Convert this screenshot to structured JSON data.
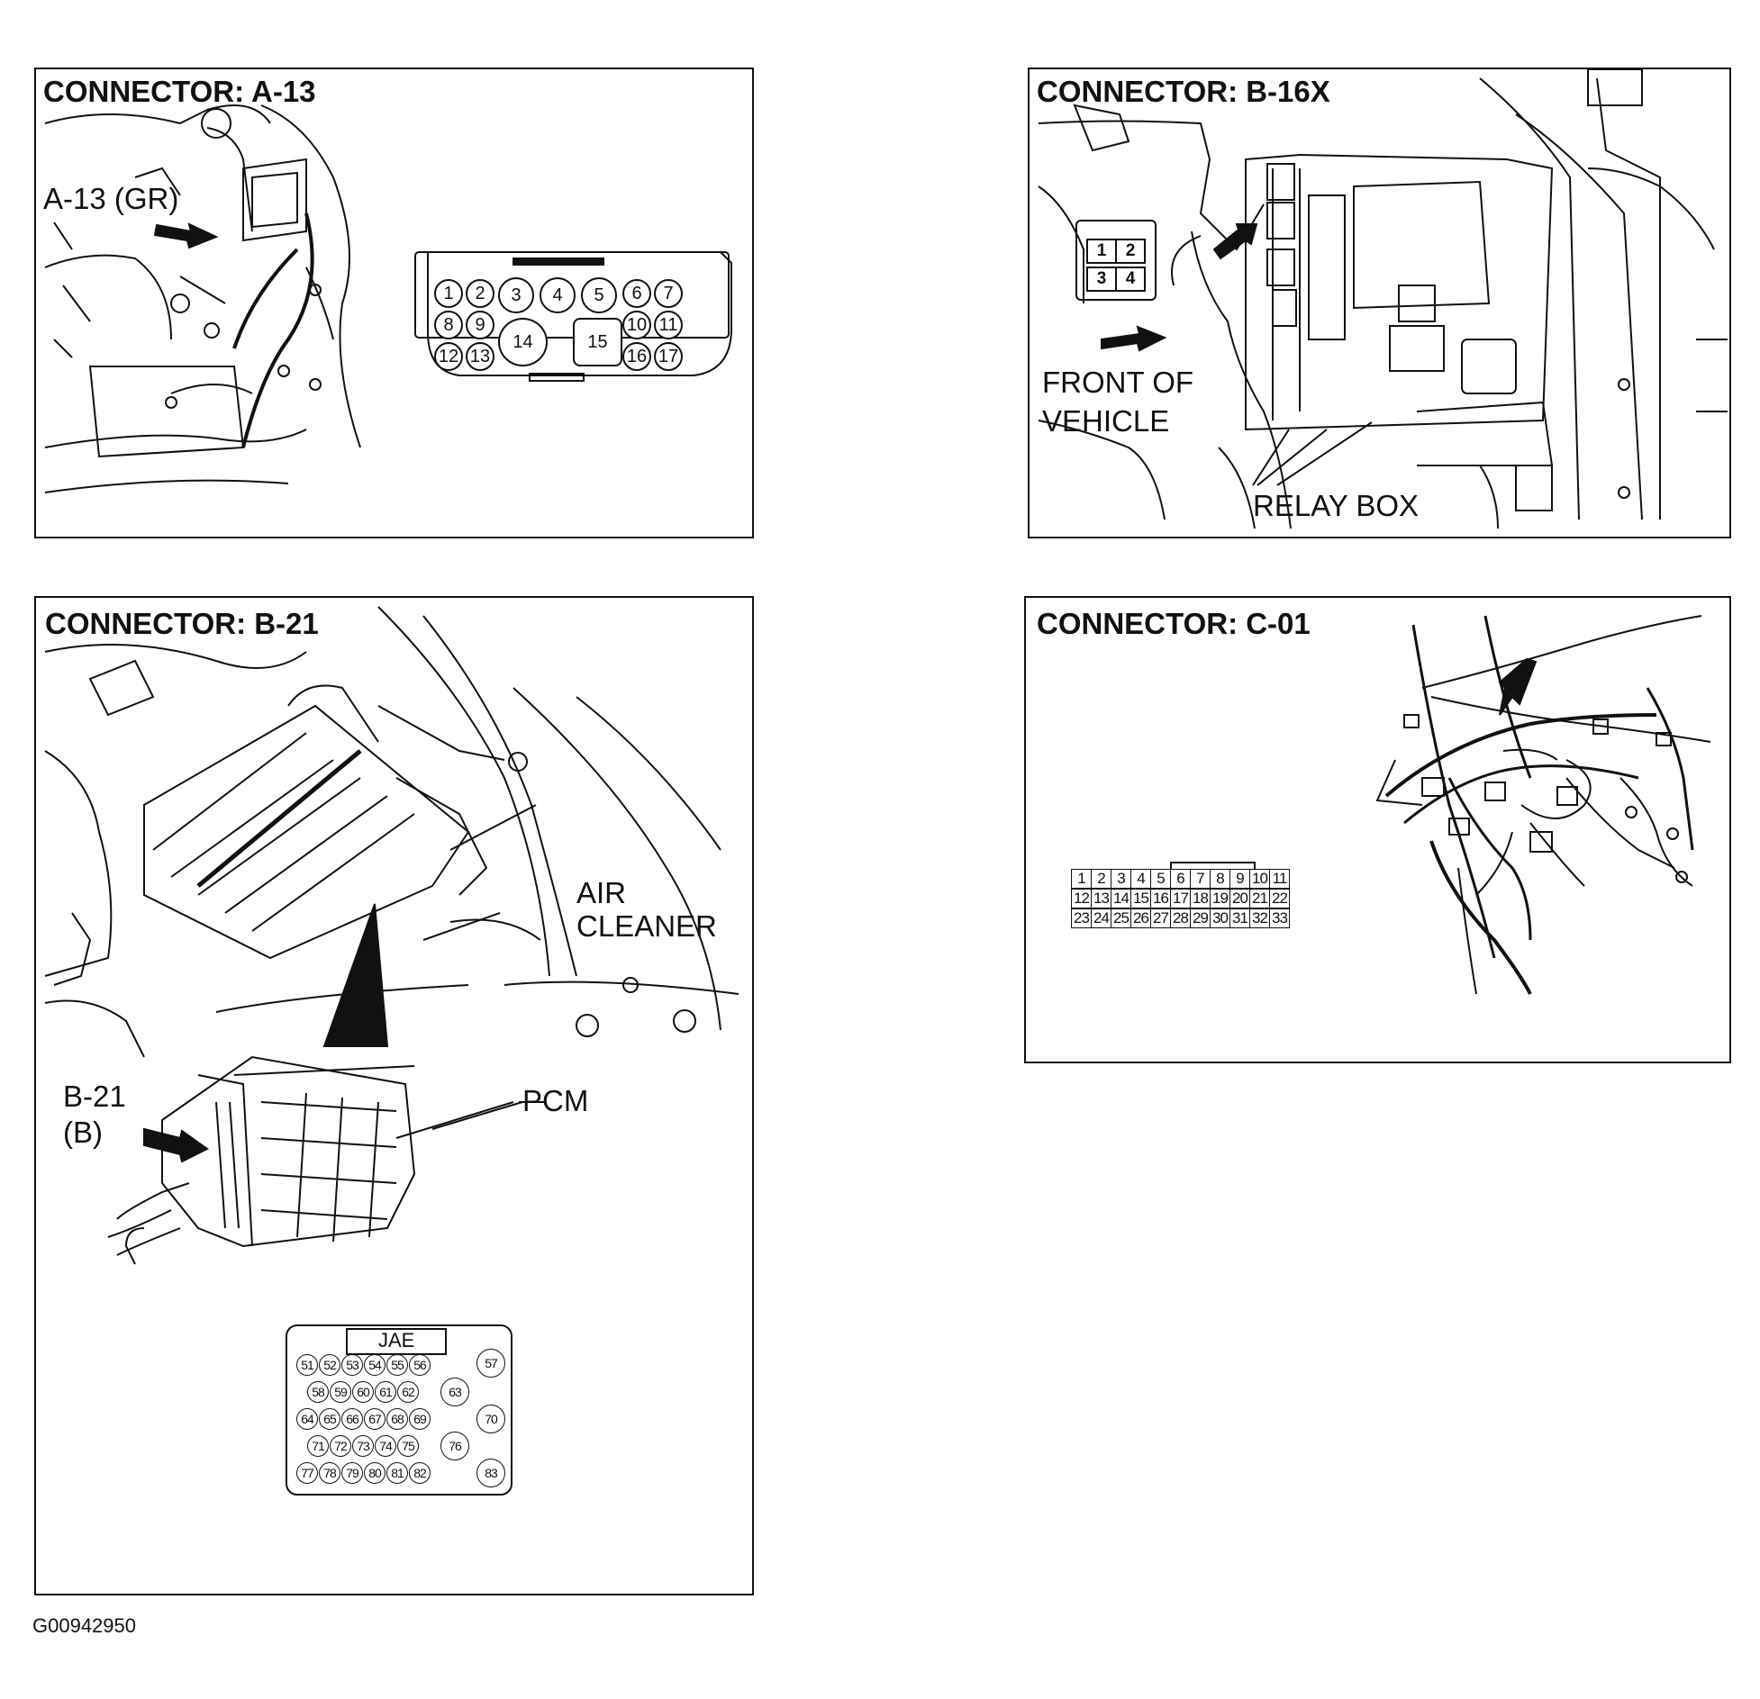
{
  "figure_id": "G00942950",
  "panels": {
    "a13": {
      "title": "CONNECTOR: A-13",
      "callout": "A-13 (GR)",
      "pins": [
        "1",
        "2",
        "3",
        "4",
        "5",
        "6",
        "7",
        "8",
        "9",
        "10",
        "11",
        "12",
        "13",
        "14",
        "15",
        "16",
        "17"
      ]
    },
    "b16x": {
      "title": "CONNECTOR: B-16X",
      "pins": [
        "1",
        "2",
        "3",
        "4"
      ],
      "front_label_1": "FRONT OF",
      "front_label_2": "VEHICLE",
      "relay_box": "RELAY BOX"
    },
    "b21": {
      "title": "CONNECTOR: B-21",
      "air_cleaner_1": "AIR",
      "air_cleaner_2": "CLEANER",
      "pcm": "PCM",
      "callout_1": "B-21",
      "callout_2": "(B)",
      "connector_maker": "JAE",
      "pins": [
        "51",
        "52",
        "53",
        "54",
        "55",
        "56",
        "57",
        "58",
        "59",
        "60",
        "61",
        "62",
        "63",
        "64",
        "65",
        "66",
        "67",
        "68",
        "69",
        "70",
        "71",
        "72",
        "73",
        "74",
        "75",
        "76",
        "77",
        "78",
        "79",
        "80",
        "81",
        "82",
        "83"
      ]
    },
    "c01": {
      "title": "CONNECTOR: C-01",
      "pins": [
        "1",
        "2",
        "3",
        "4",
        "5",
        "6",
        "7",
        "8",
        "9",
        "10",
        "11",
        "12",
        "13",
        "14",
        "15",
        "16",
        "17",
        "18",
        "19",
        "20",
        "21",
        "22",
        "23",
        "24",
        "25",
        "26",
        "27",
        "28",
        "29",
        "30",
        "31",
        "32",
        "33"
      ]
    }
  }
}
